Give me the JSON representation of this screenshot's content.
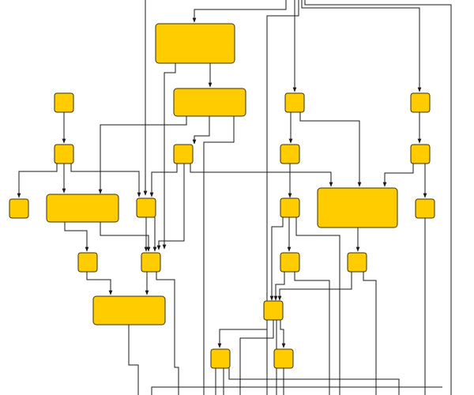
{
  "theme": {
    "background": "#ffffff",
    "node_fill": "#ffcc00",
    "node_stroke": "#3a3000",
    "edge_color": "#1a1a1a"
  },
  "diagram": {
    "type": "directed-graph",
    "labels_visible": false,
    "nodes": [
      "n1",
      "n2",
      "n3",
      "n4",
      "n5",
      "n6",
      "n7",
      "n8",
      "n9",
      "n10",
      "n11",
      "n12",
      "n13",
      "n14",
      "n15",
      "n16",
      "n17",
      "n18",
      "n19",
      "n20",
      "n21",
      "n22",
      "n23",
      "n24"
    ]
  }
}
